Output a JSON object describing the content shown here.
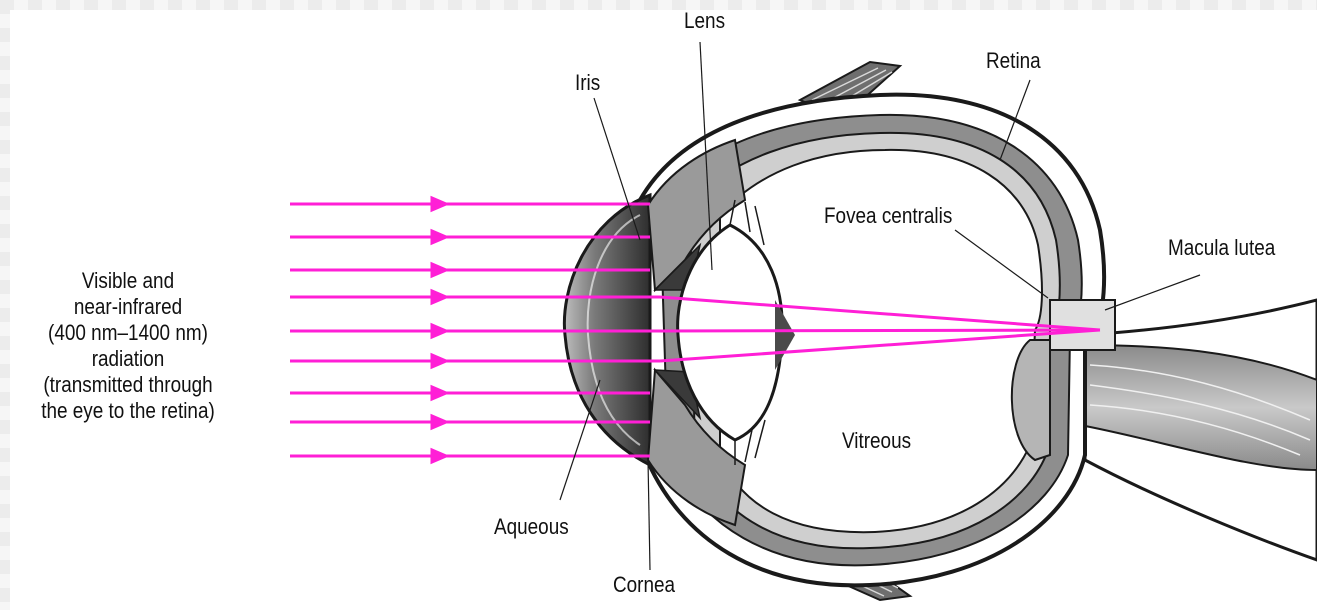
{
  "labels": {
    "lens": "Lens",
    "iris": "Iris",
    "retina": "Retina",
    "fovea": "Fovea centralis",
    "macula": "Macula lutea",
    "vitreous": "Vitreous",
    "aqueous": "Aqueous",
    "cornea": "Cornea"
  },
  "radiation_text": [
    "Visible and",
    "near-infrared",
    "(400 nm–1400 nm)",
    "radiation",
    "(transmitted through",
    "the eye to the retina)"
  ],
  "colors": {
    "ray": "#ff1fd6",
    "outline": "#1a1a1a",
    "background": "#ffffff"
  }
}
